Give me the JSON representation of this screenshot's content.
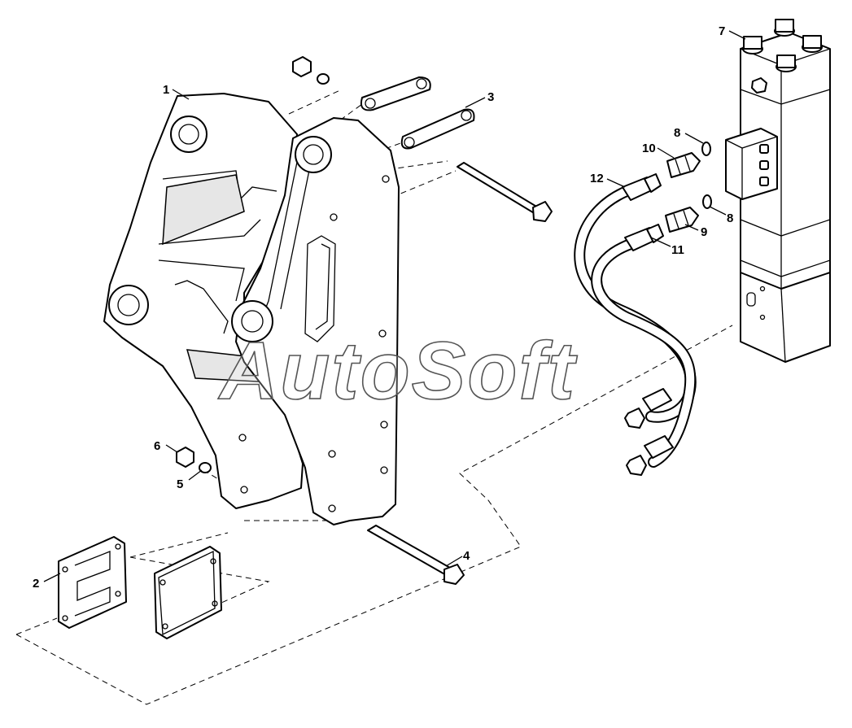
{
  "watermark": "AutoSoft",
  "callouts": [
    {
      "id": "1",
      "text": "1"
    },
    {
      "id": "2",
      "text": "2"
    },
    {
      "id": "3",
      "text": "3"
    },
    {
      "id": "4",
      "text": "4"
    },
    {
      "id": "5",
      "text": "5"
    },
    {
      "id": "6",
      "text": "6"
    },
    {
      "id": "7",
      "text": "7"
    },
    {
      "id": "8a",
      "text": "8"
    },
    {
      "id": "8b",
      "text": "8"
    },
    {
      "id": "9",
      "text": "9"
    },
    {
      "id": "10",
      "text": "10"
    },
    {
      "id": "11",
      "text": "11"
    },
    {
      "id": "12",
      "text": "12"
    }
  ]
}
